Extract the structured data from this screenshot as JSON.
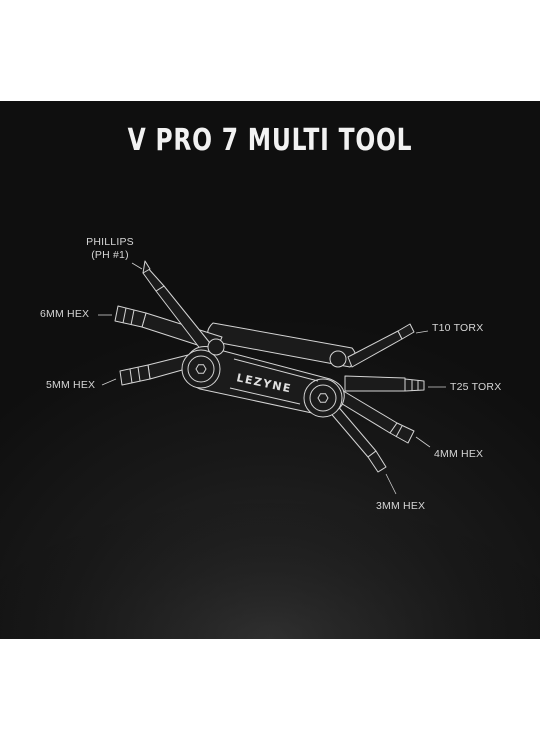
{
  "title": "V PRO 7 MULTI TOOL",
  "labels": {
    "phillips_line1": "PHILLIPS",
    "phillips_line2": "(PH #1)",
    "hex6": "6MM HEX",
    "hex5": "5MM HEX",
    "t10": "T10 TORX",
    "t25": "T25 TORX",
    "hex4": "4MM HEX",
    "hex3": "3MM HEX"
  },
  "brand": "LEZYNE",
  "colors": {
    "background": "#161616",
    "tool": "#1c1c1c",
    "outline": "#d8d8d8",
    "text": "#d6d6d6"
  }
}
